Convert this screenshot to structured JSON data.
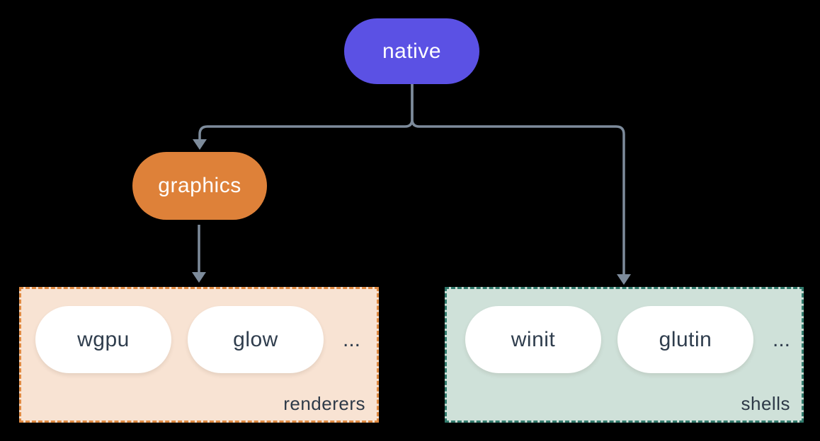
{
  "diagram": {
    "background": "#000000",
    "connector_color": "#7D8B9B",
    "nodes": {
      "native": {
        "label": "native",
        "color": "#5B51E4",
        "text_color": "#FFFFFF"
      },
      "graphics": {
        "label": "graphics",
        "color": "#DE8139",
        "text_color": "#FFFFFF"
      }
    },
    "groups": {
      "renderers": {
        "label": "renderers",
        "bg": "#F8E3D3",
        "border": "#DF8A42",
        "items": [
          {
            "label": "wgpu"
          },
          {
            "label": "glow"
          }
        ],
        "ellipsis": "..."
      },
      "shells": {
        "label": "shells",
        "bg": "#CFE1D9",
        "border": "#317A6C",
        "items": [
          {
            "label": "winit"
          },
          {
            "label": "glutin"
          }
        ],
        "ellipsis": "..."
      }
    },
    "edges": [
      {
        "from": "native",
        "to": "graphics"
      },
      {
        "from": "native",
        "to": "shells"
      },
      {
        "from": "graphics",
        "to": "renderers"
      }
    ],
    "item_text_color": "#2F3D4D",
    "label_text_color": "#2E3A48"
  }
}
